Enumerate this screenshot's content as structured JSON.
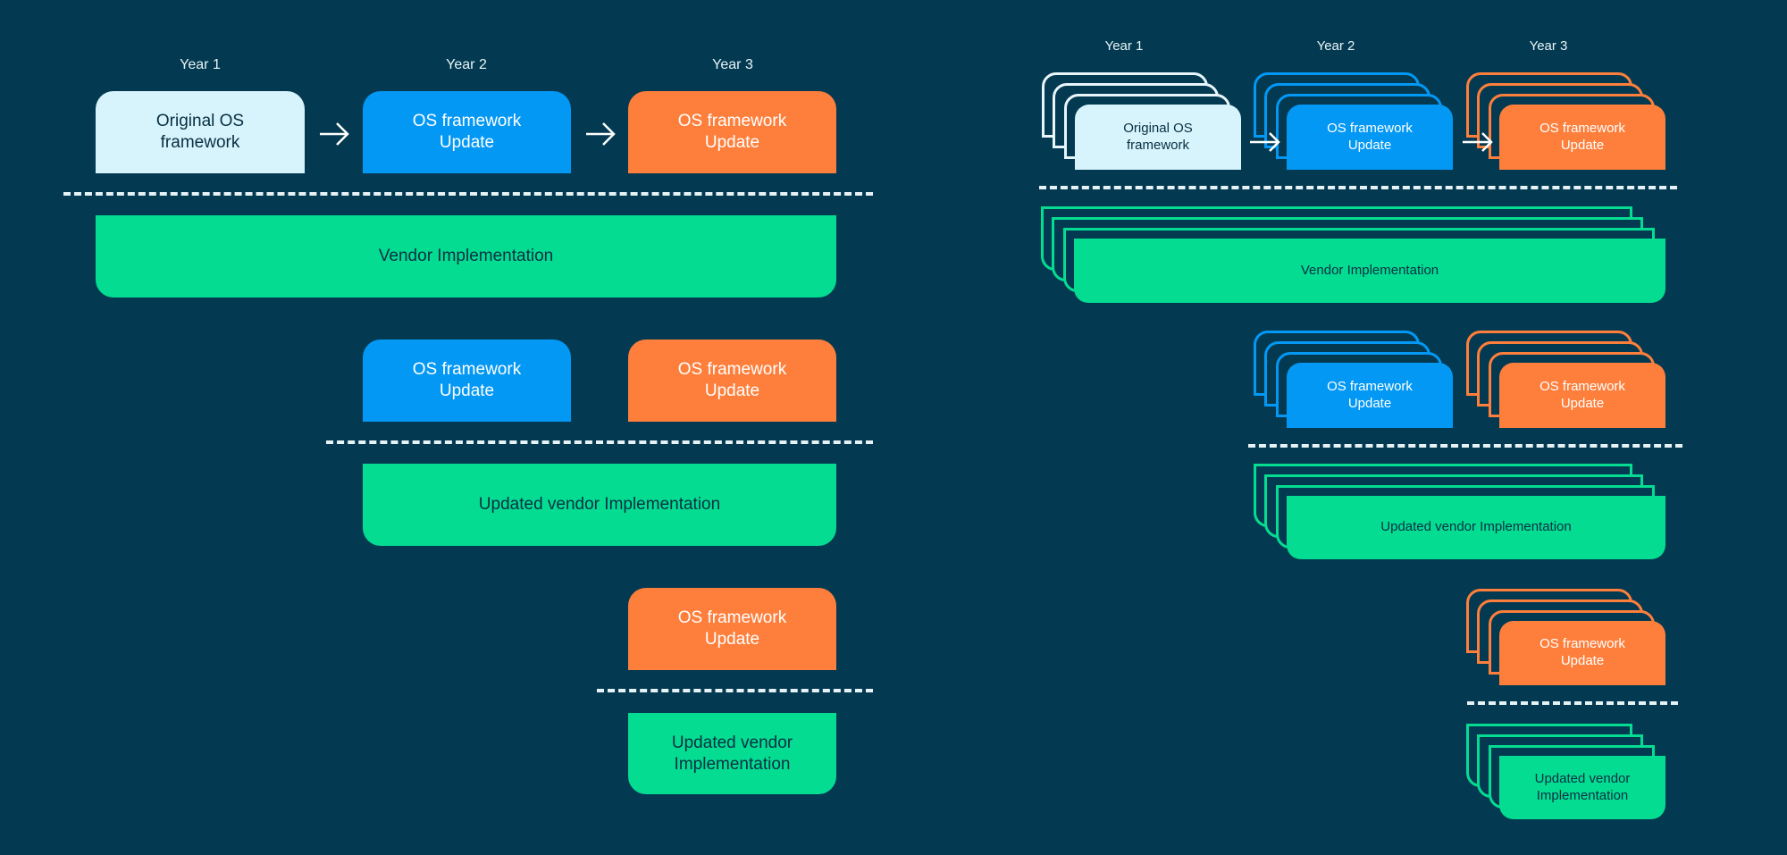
{
  "left": {
    "years": [
      "Year 1",
      "Year 2",
      "Year 3"
    ],
    "row1": [
      "Original OS framework",
      "OS framework Update",
      "OS framework Update"
    ],
    "vendor": "Vendor Implementation",
    "row2": [
      "OS framework Update",
      "OS framework Update"
    ],
    "updated_vendor": "Updated vendor Implementation",
    "row3": "OS framework Update",
    "updated_vendor_2": "Updated vendor Implementation"
  },
  "right": {
    "years": [
      "Year 1",
      "Year 2",
      "Year 3"
    ],
    "row1": [
      "Original OS framework",
      "OS framework Update",
      "OS framework Update"
    ],
    "vendor": "Vendor Implementation",
    "row2": [
      "OS framework Update",
      "OS framework Update"
    ],
    "updated_vendor": "Updated vendor Implementation",
    "row3": "OS framework Update",
    "updated_vendor_2": "Updated vendor Implementation"
  },
  "colors": {
    "background": "#033a51",
    "original": "#d7f3fc",
    "year2_update": "#0398f4",
    "year3_update": "#fe7f3c",
    "vendor": "#04dc92"
  }
}
